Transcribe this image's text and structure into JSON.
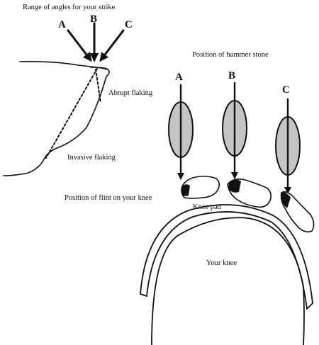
{
  "labels": {
    "range_of_angles": "Range of angles for your strike",
    "abrupt_flaking": "Abrupt flaking",
    "invasive_flaking": "Invasive flaking",
    "position_of_hammer_stone": "Position of hammer stone",
    "position_of_flint": "Position of flint on your knee",
    "knee_pad": "Knee pad",
    "your_knee": "Your knee"
  },
  "strike_angles": [
    "A",
    "B",
    "C"
  ],
  "hammer_positions": [
    "A",
    "B",
    "C"
  ],
  "colors": {
    "ink": "#111111",
    "hammer_stone_fill": "#c4c4c4",
    "background": "#ffffff"
  }
}
